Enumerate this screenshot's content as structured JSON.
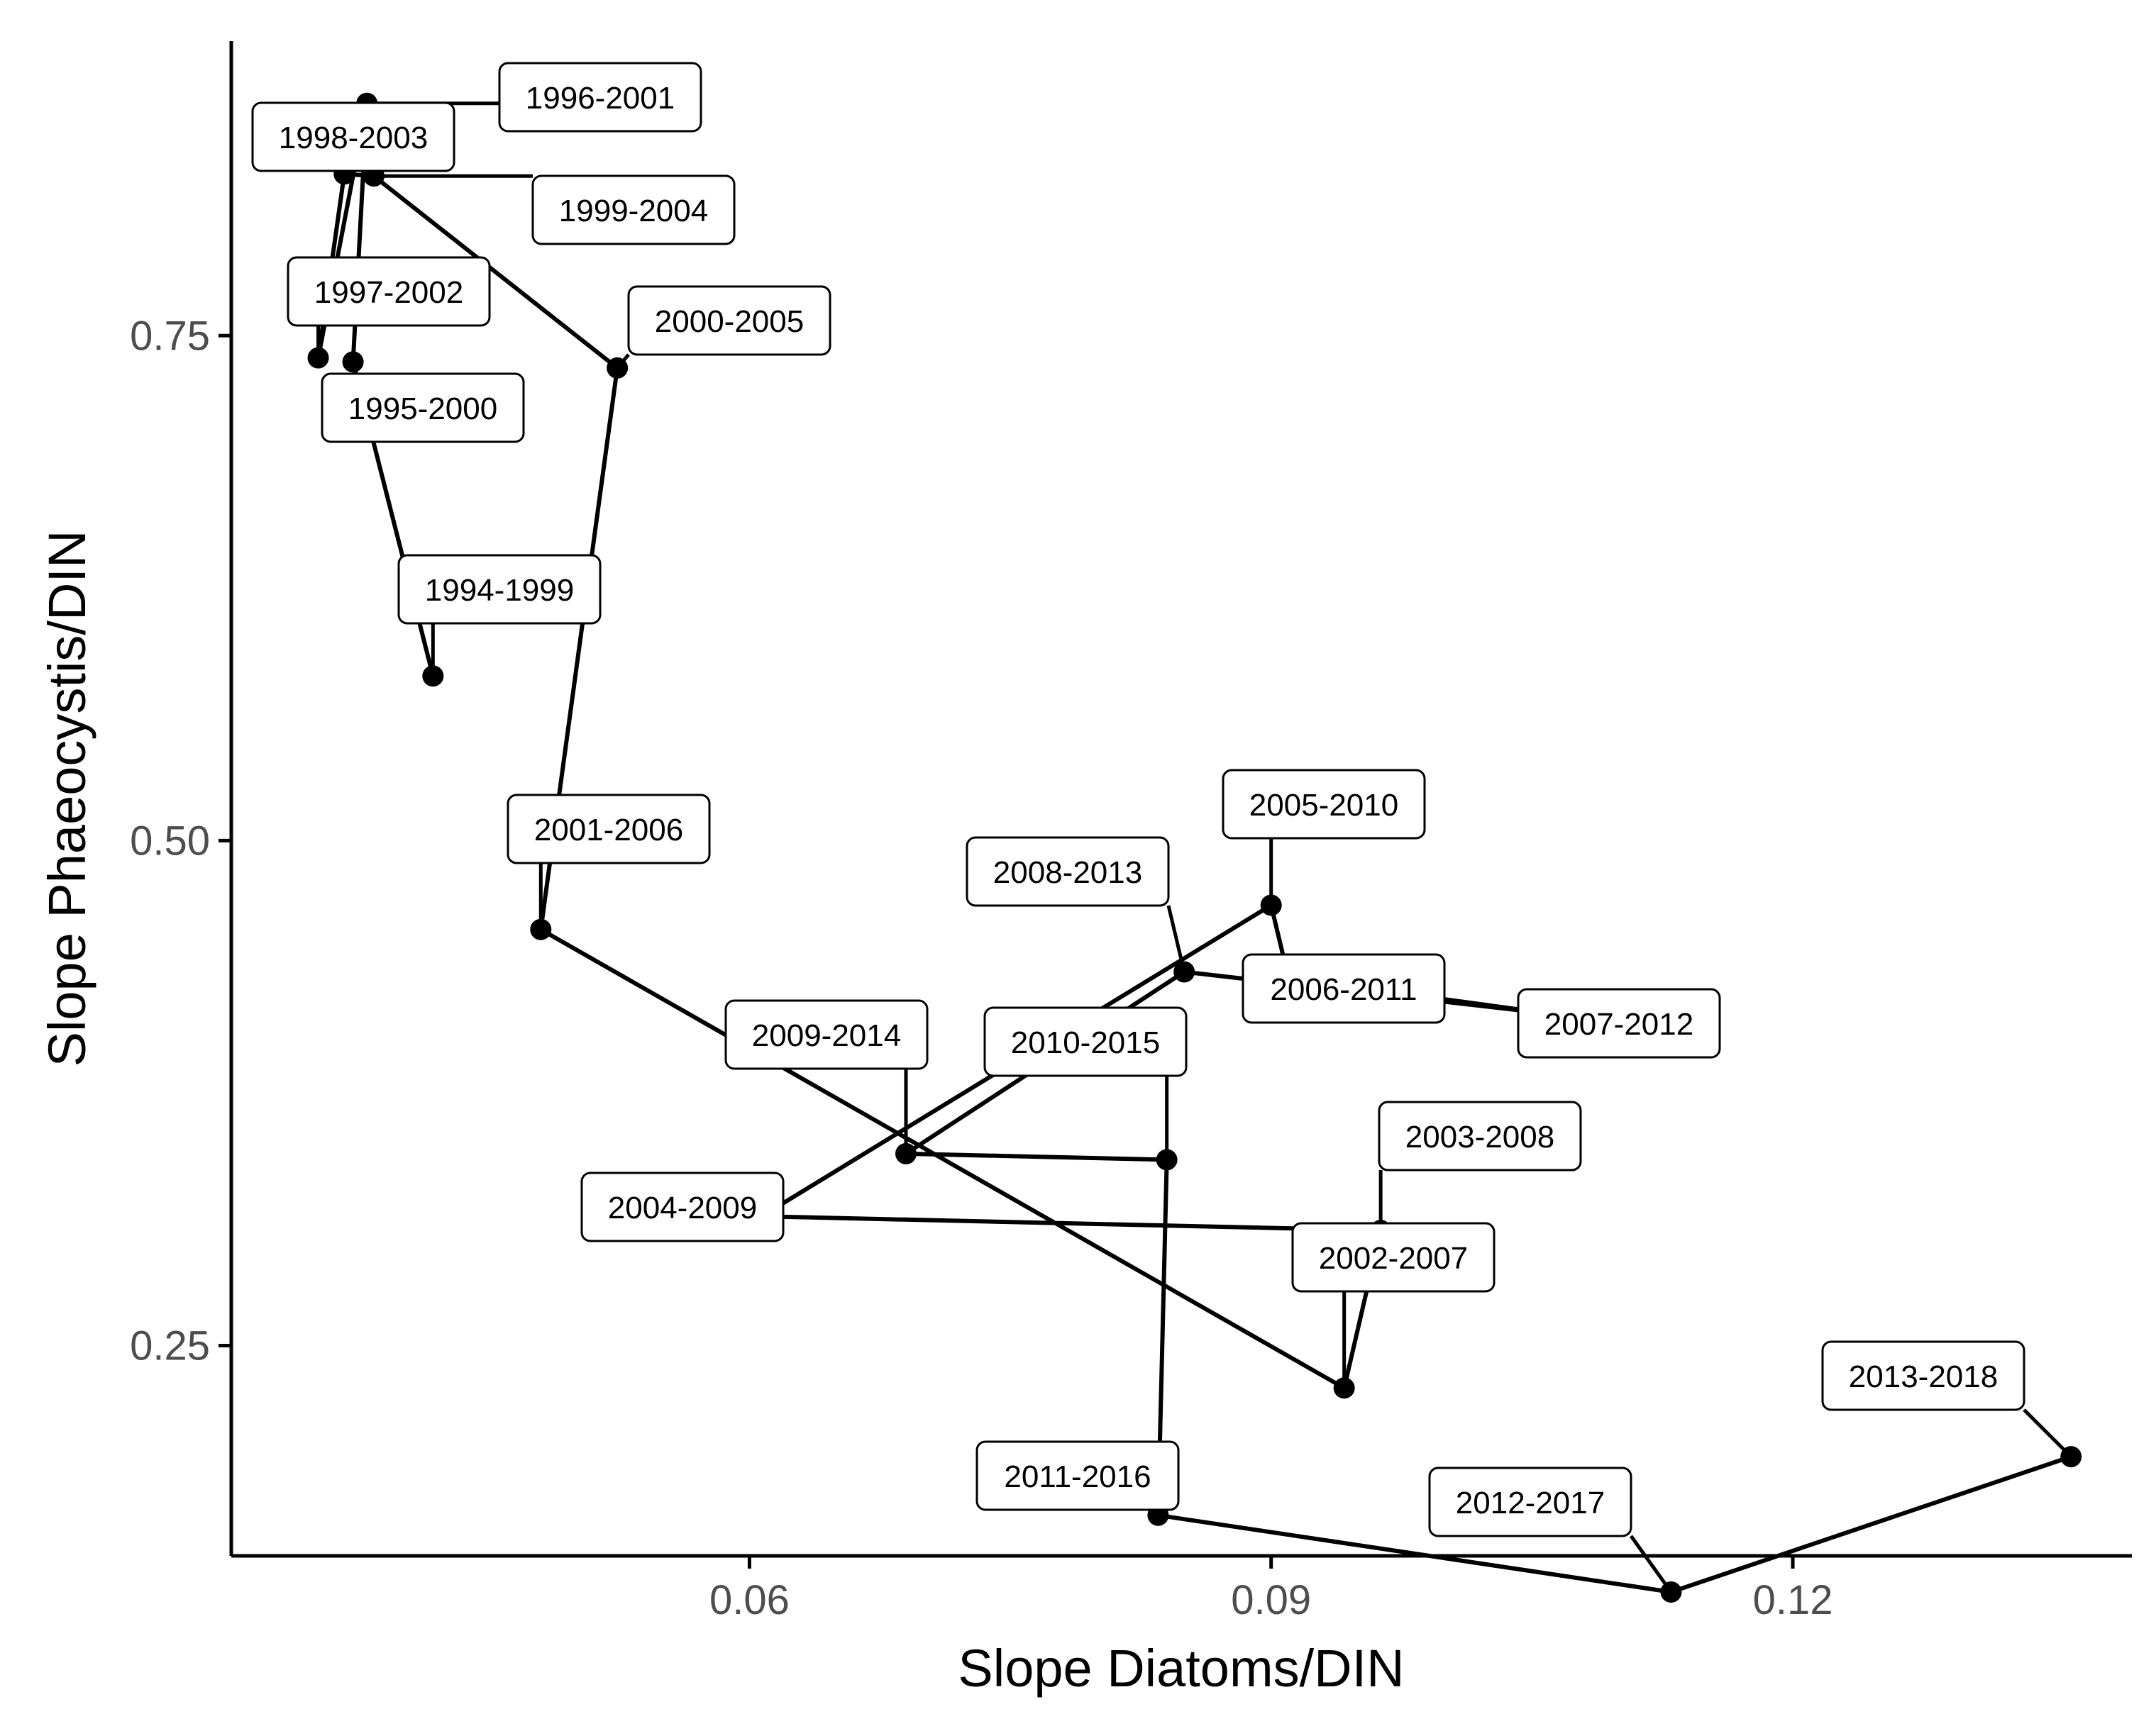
{
  "chart_data": {
    "type": "line",
    "title": "",
    "xlabel": "Slope Diatoms/DIN",
    "ylabel": "Slope Phaeocystis/DIN",
    "xlim": [
      0.0302,
      0.1395
    ],
    "ylim": [
      0.1459,
      0.8958
    ],
    "xticks": [
      0.06,
      0.09,
      0.12
    ],
    "xtick_labels": [
      "0.06",
      "0.09",
      "0.12"
    ],
    "yticks": [
      0.25,
      0.5,
      0.75
    ],
    "ytick_labels": [
      "0.25",
      "0.50",
      "0.75"
    ],
    "grid": false,
    "legend": "none",
    "connected_path": true,
    "points": [
      {
        "label": "1994-1999",
        "x": 0.0418,
        "y": 0.5815
      },
      {
        "label": "1995-2000",
        "x": 0.0372,
        "y": 0.737
      },
      {
        "label": "1996-2001",
        "x": 0.038,
        "y": 0.865
      },
      {
        "label": "1997-2002",
        "x": 0.0352,
        "y": 0.739
      },
      {
        "label": "1998-2003",
        "x": 0.0367,
        "y": 0.83
      },
      {
        "label": "1999-2004",
        "x": 0.0384,
        "y": 0.829
      },
      {
        "label": "2000-2005",
        "x": 0.0524,
        "y": 0.734
      },
      {
        "label": "2001-2006",
        "x": 0.048,
        "y": 0.456
      },
      {
        "label": "2002-2007",
        "x": 0.0942,
        "y": 0.229
      },
      {
        "label": "2003-2008",
        "x": 0.0963,
        "y": 0.307
      },
      {
        "label": "2004-2009",
        "x": 0.0607,
        "y": 0.314
      },
      {
        "label": "2005-2010",
        "x": 0.09,
        "y": 0.468
      },
      {
        "label": "2006-2011",
        "x": 0.091,
        "y": 0.432
      },
      {
        "label": "2007-2012",
        "x": 0.1063,
        "y": 0.414
      },
      {
        "label": "2008-2013",
        "x": 0.085,
        "y": 0.435
      },
      {
        "label": "2009-2014",
        "x": 0.069,
        "y": 0.345
      },
      {
        "label": "2010-2015",
        "x": 0.084,
        "y": 0.342
      },
      {
        "label": "2011-2016",
        "x": 0.0835,
        "y": 0.166
      },
      {
        "label": "2012-2017",
        "x": 0.113,
        "y": 0.128
      },
      {
        "label": "2013-2018",
        "x": 0.136,
        "y": 0.195
      }
    ]
  }
}
